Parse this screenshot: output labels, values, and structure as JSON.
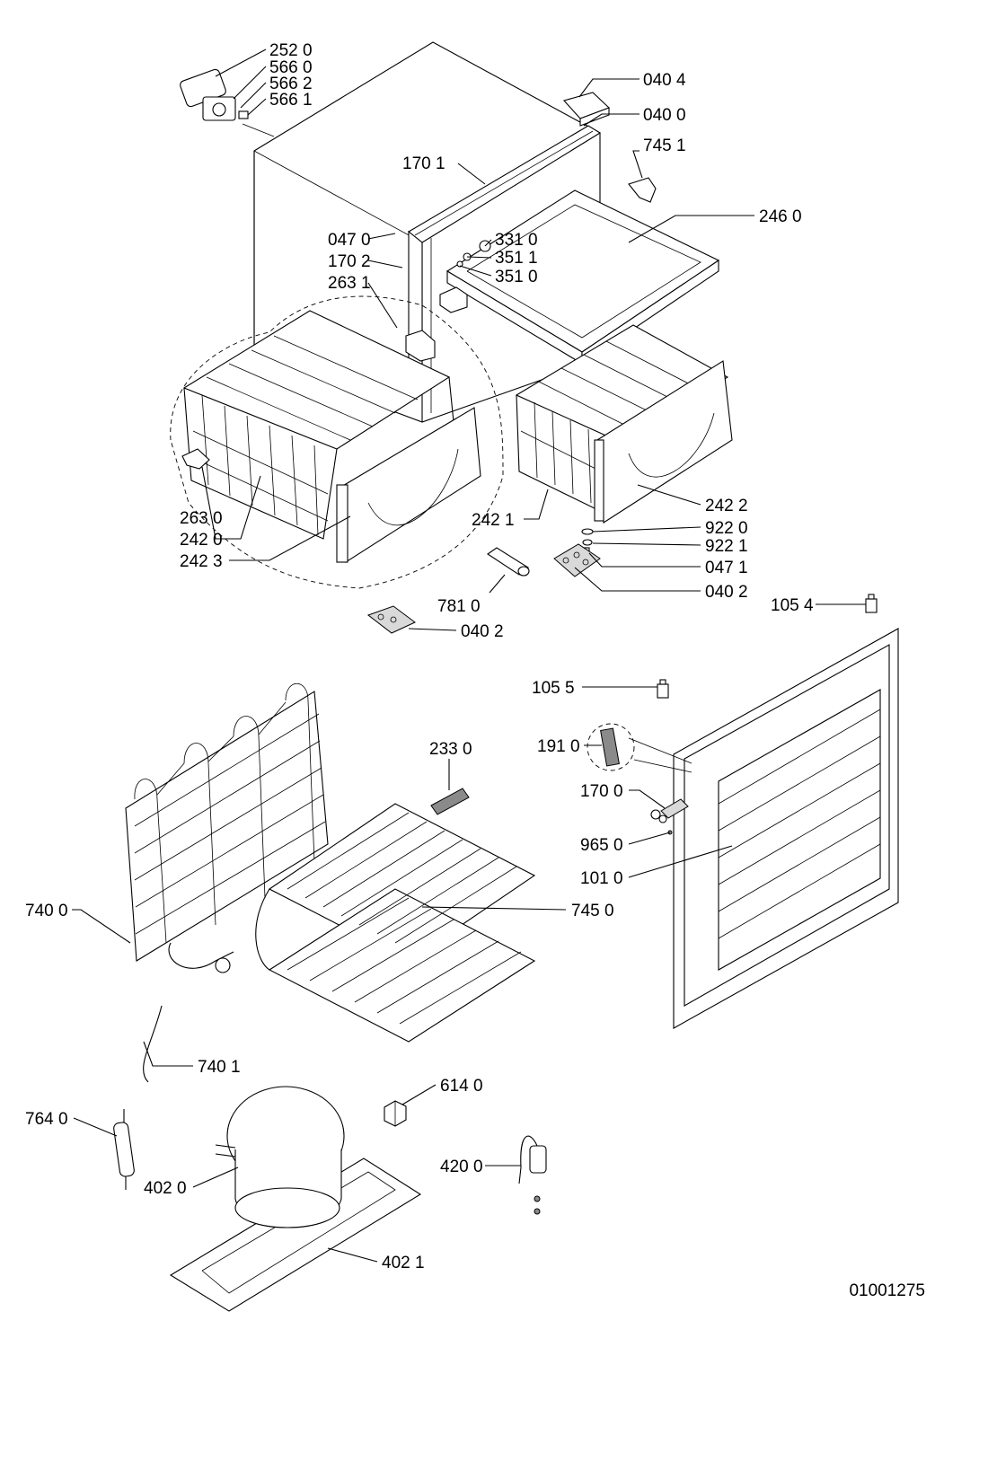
{
  "drawing_number": "01001275",
  "part_labels": [
    "252 0",
    "566 0",
    "566 2",
    "566 1",
    "040 4",
    "040 0",
    "745 1",
    "170 1",
    "246 0",
    "047 0",
    "331 0",
    "170 2",
    "351 1",
    "351 0",
    "263 1",
    "242 2",
    "263 0",
    "242 0",
    "242 3",
    "242 1",
    "922 0",
    "922 1",
    "047 1",
    "040 2",
    "781 0",
    "040 2",
    "105 4",
    "105 5",
    "233 0",
    "191 0",
    "170 0",
    "965 0",
    "101 0",
    "740 0",
    "745 0",
    "740 1",
    "614 0",
    "764 0",
    "420 0",
    "402 0",
    "402 1"
  ]
}
